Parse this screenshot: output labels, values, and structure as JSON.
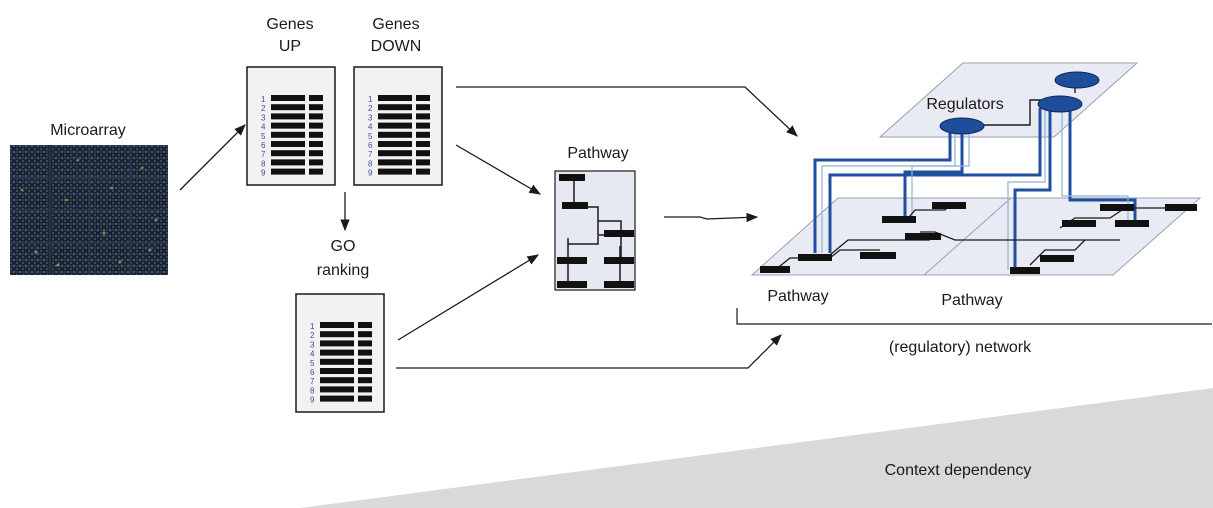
{
  "labels": {
    "microarray": "Microarray",
    "genes_up": [
      "Genes",
      "UP"
    ],
    "genes_down": [
      "Genes",
      "DOWN"
    ],
    "go_ranking": [
      "GO",
      "ranking"
    ],
    "pathway_center": "Pathway",
    "regulators": "Regulators",
    "pathway_left": "Pathway",
    "pathway_right": "Pathway",
    "network": "(regulatory) network",
    "context": "Context dependency"
  },
  "rank_numbers": [
    "1",
    "2",
    "3",
    "4",
    "5",
    "6",
    "7",
    "8",
    "9"
  ],
  "colors": {
    "line": "#1a1a1a",
    "list_bg": "#f2f2f2",
    "pathway_bg": "#e6e8f2",
    "plane_bg": "#e9ebf4",
    "regulator_fill": "#1e4d9b",
    "regulator_link": "#2a5faa",
    "number_color": "#3a4aa0",
    "context_wedge": "#d9d9d9"
  }
}
